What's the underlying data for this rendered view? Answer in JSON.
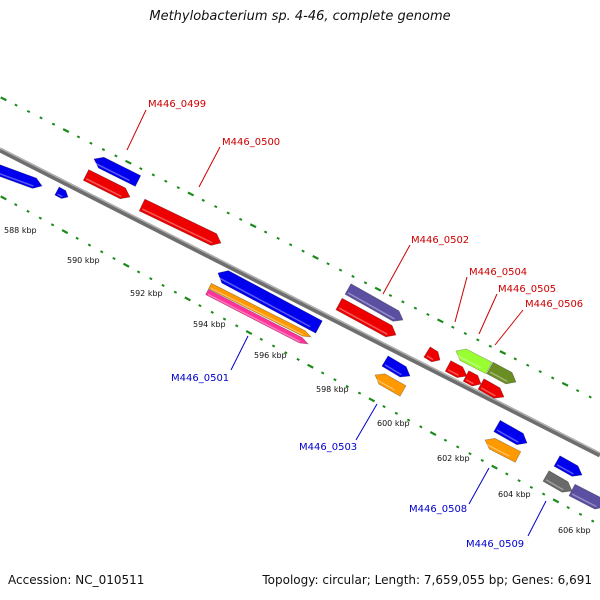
{
  "title": "Methylobacterium sp. 4-46, complete genome",
  "footer": {
    "accession": "Accession: NC_010511",
    "topology": "Topology: circular; Length: 7,659,055 bp; Genes: 6,691"
  },
  "ticks": [
    "588 kbp",
    "590 kbp",
    "592 kbp",
    "594 kbp",
    "596 kbp",
    "598 kbp",
    "600 kbp",
    "602 kbp",
    "604 kbp",
    "606 kbp"
  ],
  "gene_labels": {
    "g0499": "M446_0499",
    "g0500": "M446_0500",
    "g0501": "M446_0501",
    "g0502": "M446_0502",
    "g0503": "M446_0503",
    "g0504": "M446_0504",
    "g0505": "M446_0505",
    "g0506": "M446_0506",
    "g0508": "M446_0508",
    "g0509": "M446_0509"
  },
  "colors": {
    "backbone": "#888888",
    "dots": "#1a8a1a",
    "forward_label": "#cc0000",
    "reverse_label": "#0000cc",
    "blue": "#0000ee",
    "red": "#ee0000",
    "orange": "#ff9900",
    "pink": "#ff3399",
    "purple": "#5a4fa0",
    "lime": "#99ff33",
    "olive": "#6b8e23",
    "gray": "#6a6a6a"
  }
}
